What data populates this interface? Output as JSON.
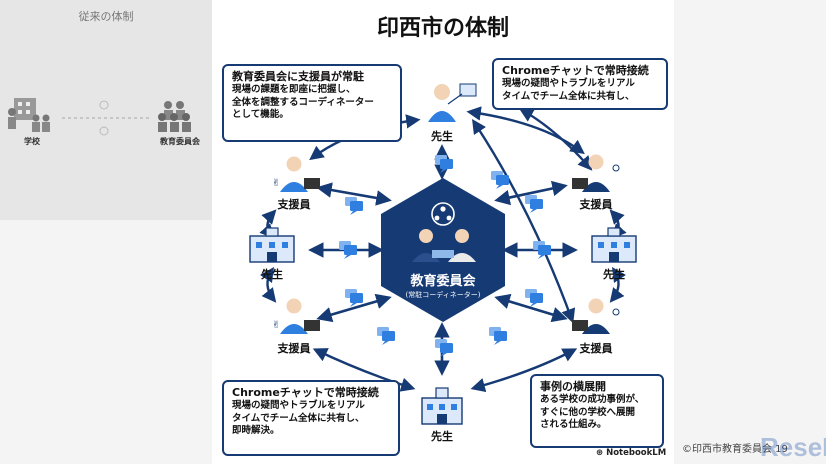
{
  "left_panel": {
    "title": "従来の体制",
    "school_label": "学校",
    "board_label": "教育委員会"
  },
  "slide": {
    "title": "印西市の体制",
    "hub": {
      "title": "教育委員会",
      "subtitle": "(常駐コーディネーター)"
    },
    "nodes": {
      "teacher_top": "先生",
      "support_ul": "支援員",
      "support_ur": "支援員",
      "teacher_left": "先生",
      "teacher_right": "先生",
      "support_ll": "支援員",
      "support_lr": "支援員",
      "teacher_bottom": "先生"
    },
    "callouts": {
      "tl": {
        "heading": "教育委員会に支援員が常駐",
        "body": "現場の課題を即座に把握し、\n全体を調整するコーディネーター\nとして機能。"
      },
      "tr": {
        "heading": "Chromeチャットで常時接続",
        "body": "現場の疑問やトラブルをリアル\nタイムでチーム全体に共有し、"
      },
      "bl": {
        "heading": "Chromeチャットで常時接続",
        "body": "現場の疑問やトラブルをリアル\nタイムでチーム全体に共有し、\n即時解決。"
      },
      "br": {
        "heading": "事例の横展開",
        "body": "ある学校の成功事例が、\nすぐに他の学校へ展開\nされる仕組み。"
      }
    }
  },
  "footer": {
    "brand": "NotebookLM",
    "copyright": "©印西市教育委員会 19",
    "watermark": "ReseE"
  },
  "colors": {
    "navy": "#163a74",
    "blue": "#1f64c8",
    "chat": "#2f7fe0"
  }
}
